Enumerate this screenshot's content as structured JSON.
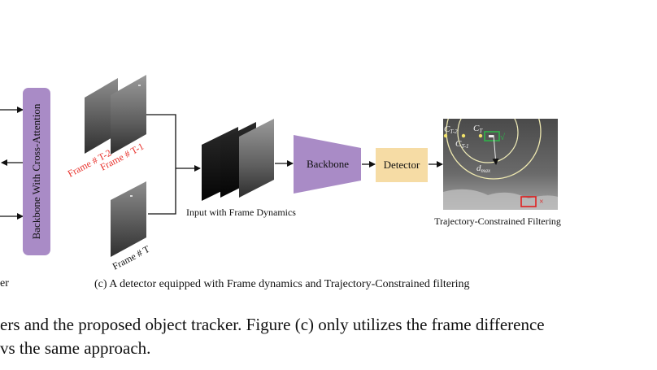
{
  "left_fragment": {
    "cut_text": "er"
  },
  "cross_attention_block": {
    "label": "Backbone With Cross-Attention",
    "color": "#a98bc6"
  },
  "frames": {
    "t_minus_2": "Frame # T-2",
    "t_minus_1": "Frame # T-1",
    "t": "Frame # T"
  },
  "dynamics_stack": {
    "label": "Input with Frame Dynamics"
  },
  "backbone": {
    "label": "Backbone",
    "color": "#a98bc6"
  },
  "detector": {
    "label": "Detector",
    "color": "#f6dca5"
  },
  "filtering": {
    "label": "Trajectory-Constrained Filtering",
    "c_t2": "C",
    "c_t2_sub": "T-2",
    "c_t1": "C",
    "c_t1_sub": "T-1",
    "c_t": "C",
    "c_t_sub": "T",
    "check": "√",
    "d_max": "d",
    "d_max_sub": "max",
    "reject": "×"
  },
  "subfigure_caption": "(c) A detector equipped with Frame dynamics and Trajectory-Constrained filtering",
  "body_text": {
    "line1": "ers and the proposed object tracker. Figure (c) only utilizes the frame difference",
    "line2": "vs the same approach."
  }
}
